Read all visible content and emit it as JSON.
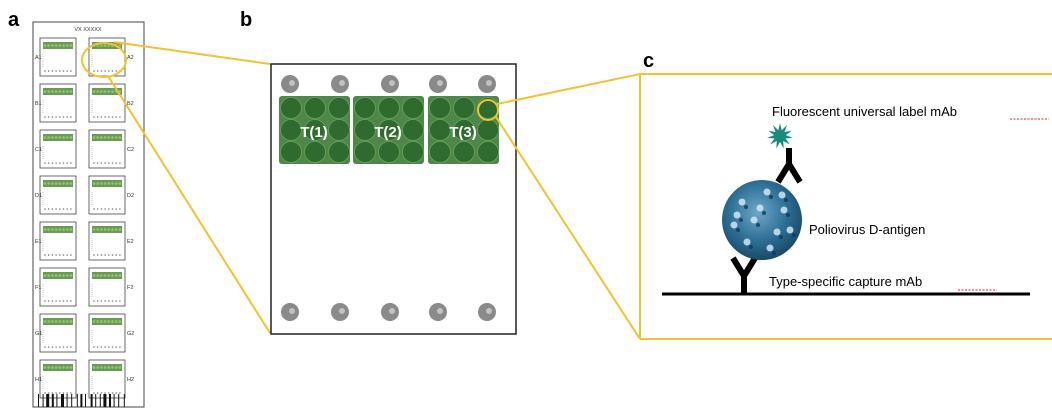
{
  "panels": {
    "a": {
      "letter": "a",
      "slide_title": "VX XXXXX",
      "rows": [
        "A",
        "B",
        "C",
        "D",
        "E",
        "F",
        "G",
        "H"
      ],
      "row_labels_left": [
        "A1",
        "B1",
        "C1",
        "D1",
        "E1",
        "F1",
        "G1",
        "H1"
      ],
      "row_labels_right": [
        "A2",
        "B2",
        "C2",
        "D2",
        "E2",
        "F2",
        "G2",
        "H2"
      ]
    },
    "b": {
      "letter": "b",
      "test_labels": [
        "T(1)",
        "T(2)",
        "T(3)"
      ]
    },
    "c": {
      "letter": "c",
      "label_mab": "Fluorescent universal label mAb",
      "antigen": "Poliovirus D-antigen",
      "capture_mab": "Type-specific capture mAb"
    }
  },
  "colors": {
    "highlight": "#f2c230",
    "spot_green": "#2f6b2f",
    "control_grey": "#8a8a8a",
    "fluorophore": "#1a8a7a",
    "virus_blue": "#2d6f95"
  },
  "icons": [
    "fluorophore-icon",
    "antibody-icon",
    "virus-particle-icon",
    "barcode-icon"
  ]
}
